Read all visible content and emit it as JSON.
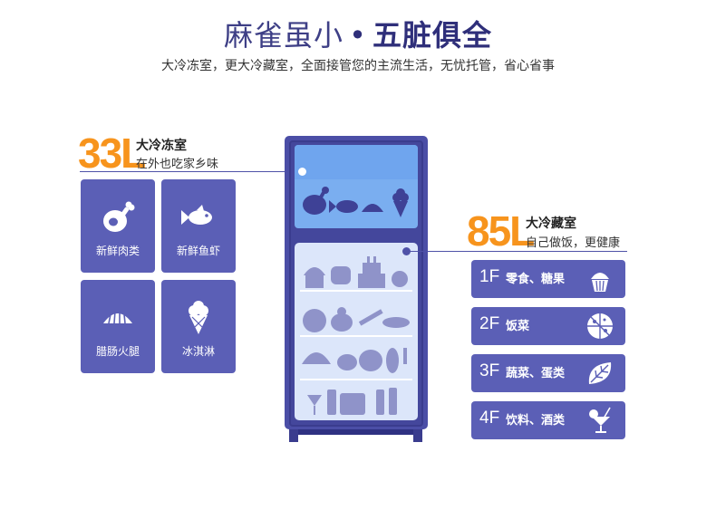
{
  "header": {
    "title_light": "麻雀虽小",
    "title_dot": "•",
    "title_bold": "五脏俱全",
    "subtitle": "大冷冻室，更大冷藏室，全面接管您的主流生活，无忧托管，省心省事"
  },
  "freezer": {
    "capacity": "33L",
    "name": "大冷冻室",
    "desc": "在外也吃家乡味",
    "tiles": [
      {
        "label": "新鲜肉类",
        "icon": "ham-icon"
      },
      {
        "label": "新鲜鱼虾",
        "icon": "fish-icon"
      },
      {
        "label": "腊肠火腿",
        "icon": "sausage-icon"
      },
      {
        "label": "冰淇淋",
        "icon": "ice-cream-icon"
      }
    ]
  },
  "fridge": {
    "capacity": "85L",
    "name": "大冷藏室",
    "desc": "自己做饭，更健康",
    "shelves": [
      {
        "floor": "1F",
        "label": "零食、糖果",
        "icon": "cupcake-icon"
      },
      {
        "floor": "2F",
        "label": "饭菜",
        "icon": "pizza-icon"
      },
      {
        "floor": "3F",
        "label": "蔬菜、蛋类",
        "icon": "leaf-icon"
      },
      {
        "floor": "4F",
        "label": "饮料、酒类",
        "icon": "cocktail-icon"
      }
    ]
  },
  "colors": {
    "accent": "#f7941d",
    "tile": "#5b5fb6",
    "fridge_body": "#4b4ea6",
    "title": "#3e3f86"
  }
}
